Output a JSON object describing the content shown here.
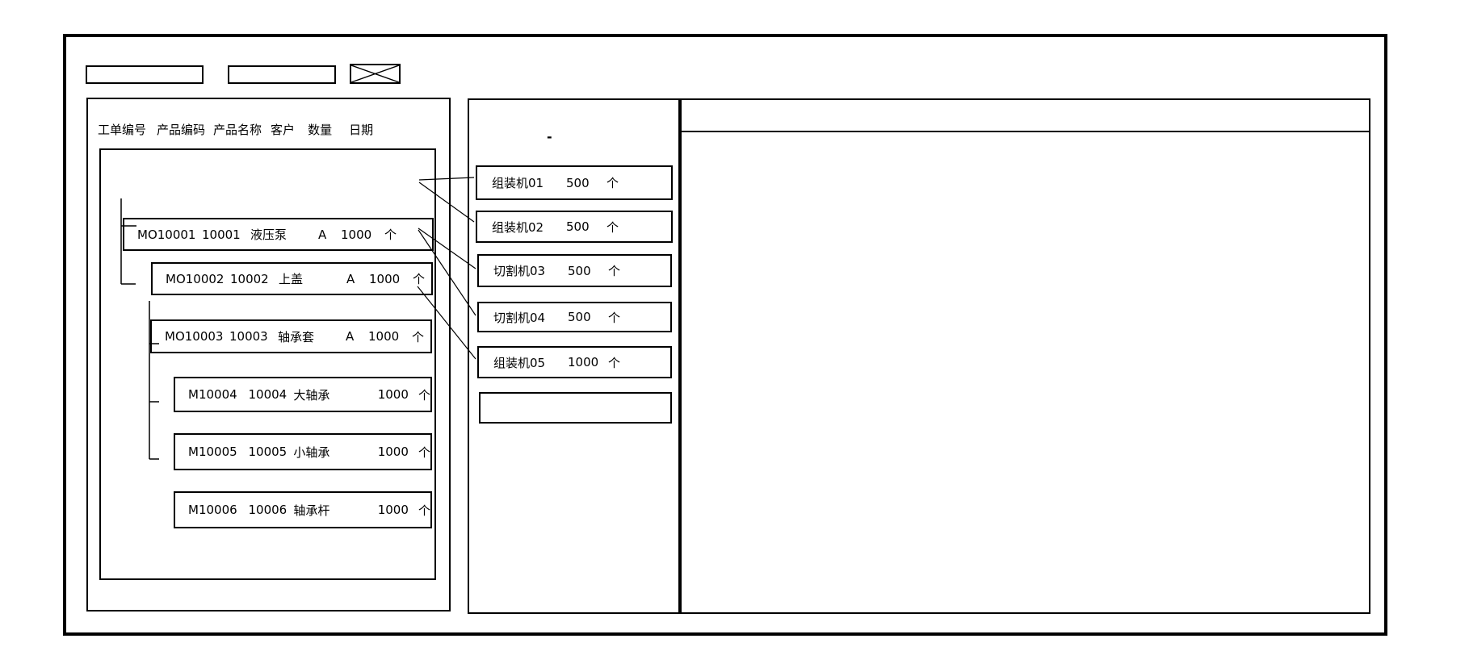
{
  "window": {
    "toolbar": {
      "field1_value": "",
      "field2_value": ""
    },
    "work_order_panel": {
      "columns": [
        "工单编号",
        "产品编码",
        "产品名称",
        "客户",
        "数量",
        "日期"
      ],
      "orders": [
        {
          "order_no": "MO10001",
          "product_code": "10001",
          "product_name": "液压泵",
          "customer": "A",
          "qty": "1000",
          "unit": "个",
          "level": 0
        },
        {
          "order_no": "MO10002",
          "product_code": "10002",
          "product_name": "上盖",
          "customer": "A",
          "qty": "1000",
          "unit": "个",
          "level": 1
        },
        {
          "order_no": "MO10003",
          "product_code": "10003",
          "product_name": "轴承套",
          "customer": "A",
          "qty": "1000",
          "unit": "个",
          "level": 1
        },
        {
          "order_no": "M10004",
          "product_code": "10004",
          "product_name": "大轴承",
          "customer": "",
          "qty": "1000",
          "unit": "个",
          "level": 2
        },
        {
          "order_no": "M10005",
          "product_code": "10005",
          "product_name": "小轴承",
          "customer": "",
          "qty": "1000",
          "unit": "个",
          "level": 2
        },
        {
          "order_no": "M10006",
          "product_code": "10006",
          "product_name": "轴承杆",
          "customer": "",
          "qty": "1000",
          "unit": "个",
          "level": 2
        }
      ]
    },
    "machine_panel": {
      "stray_mark": "-",
      "machines": [
        {
          "name": "组装机01",
          "qty": "500",
          "unit": "个"
        },
        {
          "name": "组装机02",
          "qty": "500",
          "unit": "个"
        },
        {
          "name": "切割机03",
          "qty": "500",
          "unit": "个"
        },
        {
          "name": "切割机04",
          "qty": "500",
          "unit": "个"
        },
        {
          "name": "组装机05",
          "qty": "1000",
          "unit": "个"
        },
        {
          "name": "",
          "qty": "",
          "unit": ""
        }
      ]
    },
    "connections": [
      {
        "from": "MO10001",
        "to": [
          "组装机01",
          "组装机02"
        ]
      },
      {
        "from": "MO10002",
        "to": [
          "切割机03",
          "切割机04"
        ]
      },
      {
        "from": "MO10003",
        "to": [
          "组装机05"
        ]
      }
    ],
    "colors": {
      "stroke": "#000000",
      "background": "#ffffff"
    }
  }
}
